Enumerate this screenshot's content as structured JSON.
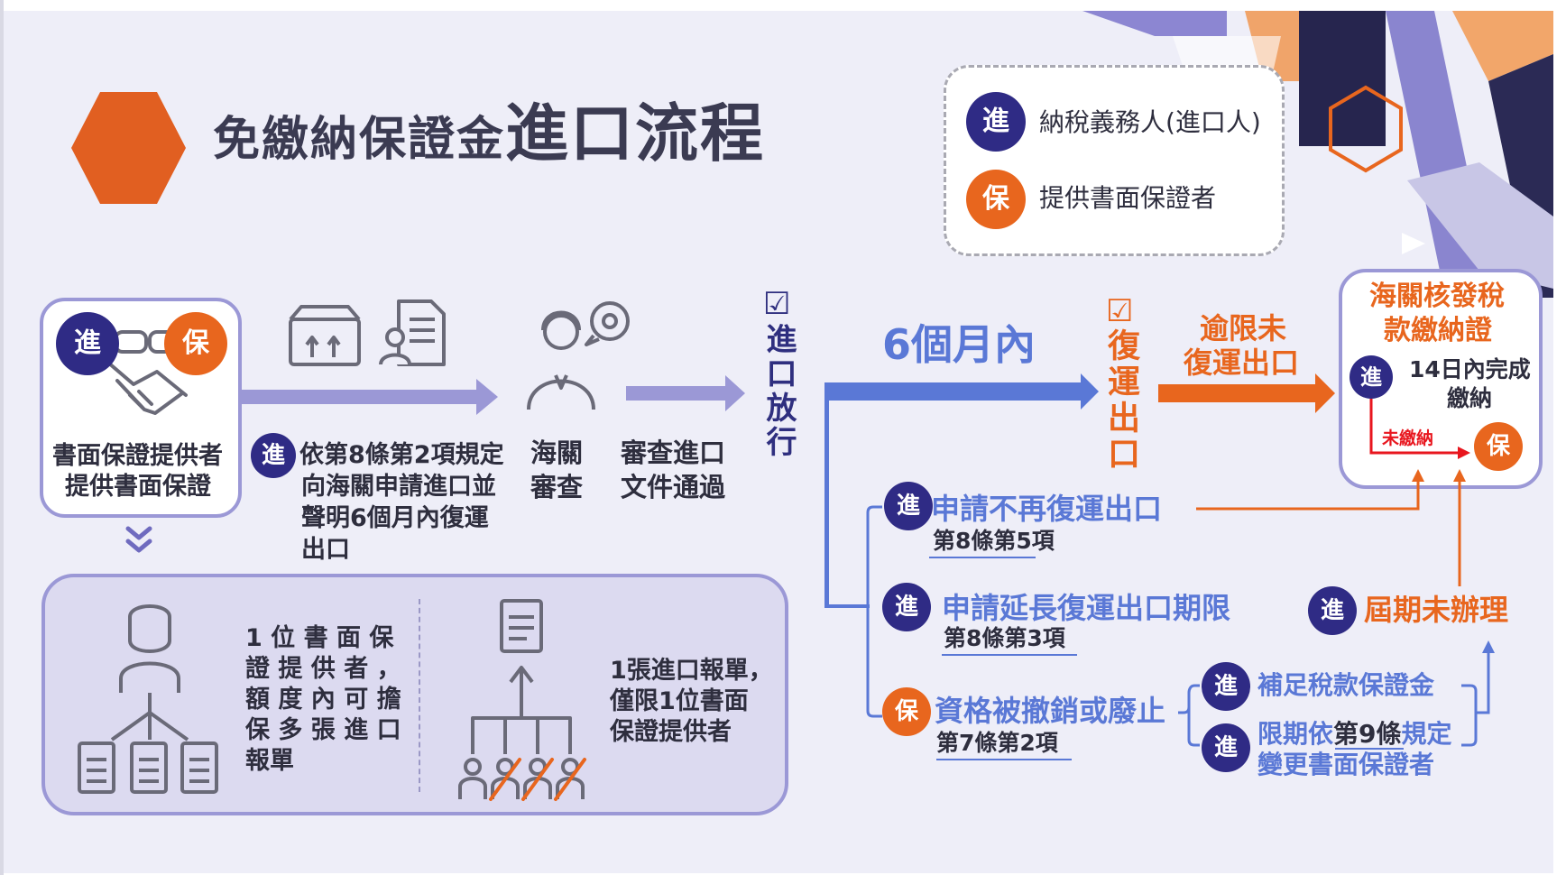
{
  "title": {
    "small": "免繳納保證金",
    "large": "進口流程"
  },
  "legend": {
    "importer_badge": "進",
    "importer_label": "納稅義務人(進口人)",
    "guarantor_badge": "保",
    "guarantor_label": "提供書面保證者"
  },
  "steps": {
    "provider_badge_imp": "進",
    "provider_badge_guar": "保",
    "provider_line1": "書面保證提供者",
    "provider_line2": "提供書面保證",
    "apply_badge": "進",
    "apply_line1": "依第8條第2項規定",
    "apply_line2": "向海關申請進口並",
    "apply_line3": "聲明6個月內復運",
    "apply_line4": "出口",
    "customs_line1": "海關",
    "customs_line2": "審查",
    "passed_line1": "審查進口",
    "passed_line2": "文件通過",
    "release_check": "☑",
    "release_text": "進口放行"
  },
  "bottom_box": {
    "left_line1": "1 位 書 面 保",
    "left_line2": "證 提 供 者 ，",
    "left_line3": "額 度 內 可 擔",
    "left_line4": "保 多 張 進 口",
    "left_line5": "報單",
    "right_line1": "1張進口報單，",
    "right_line2": "僅限1位書面",
    "right_line3": "保證提供者"
  },
  "flow": {
    "six_months": "6個月內",
    "reexport_check": "☑",
    "reexport_text": "復運出口",
    "overdue_line1": "逾限未",
    "overdue_line2": "復運出口",
    "tax_title_line1": "海關核發稅",
    "tax_title_line2": "款繳納證",
    "tax_badge_imp": "進",
    "tax_line1": "14日內完成",
    "tax_line2": "繳納",
    "unpaid": "未繳納",
    "tax_badge_guar": "保",
    "b1_badge": "進",
    "b1_text": "申請不再復運出口",
    "b1_ref": "第8條第5項",
    "b2_badge": "進",
    "b2_text": "申請延長復運出口期限",
    "b2_ref": "第8條第3項",
    "b3_badge": "保",
    "b3_text": "資格被撤銷或廢止",
    "b3_ref": "第7條第2項",
    "expire_badge": "進",
    "expire_text": "屆期未辦理",
    "sub1_badge": "進",
    "sub1_text": "補足稅款保證金",
    "sub2_badge": "進",
    "sub2_line1_pre": "限期依",
    "sub2_line1_mid": "第9條",
    "sub2_line1_post": "規定",
    "sub2_line2": "變更書面保證者"
  },
  "colors": {
    "navy": "#2f2b85",
    "orange": "#e8661e",
    "lavender": "#9b98d6",
    "blue": "#5a78d6",
    "panel": "#eeeef8"
  }
}
